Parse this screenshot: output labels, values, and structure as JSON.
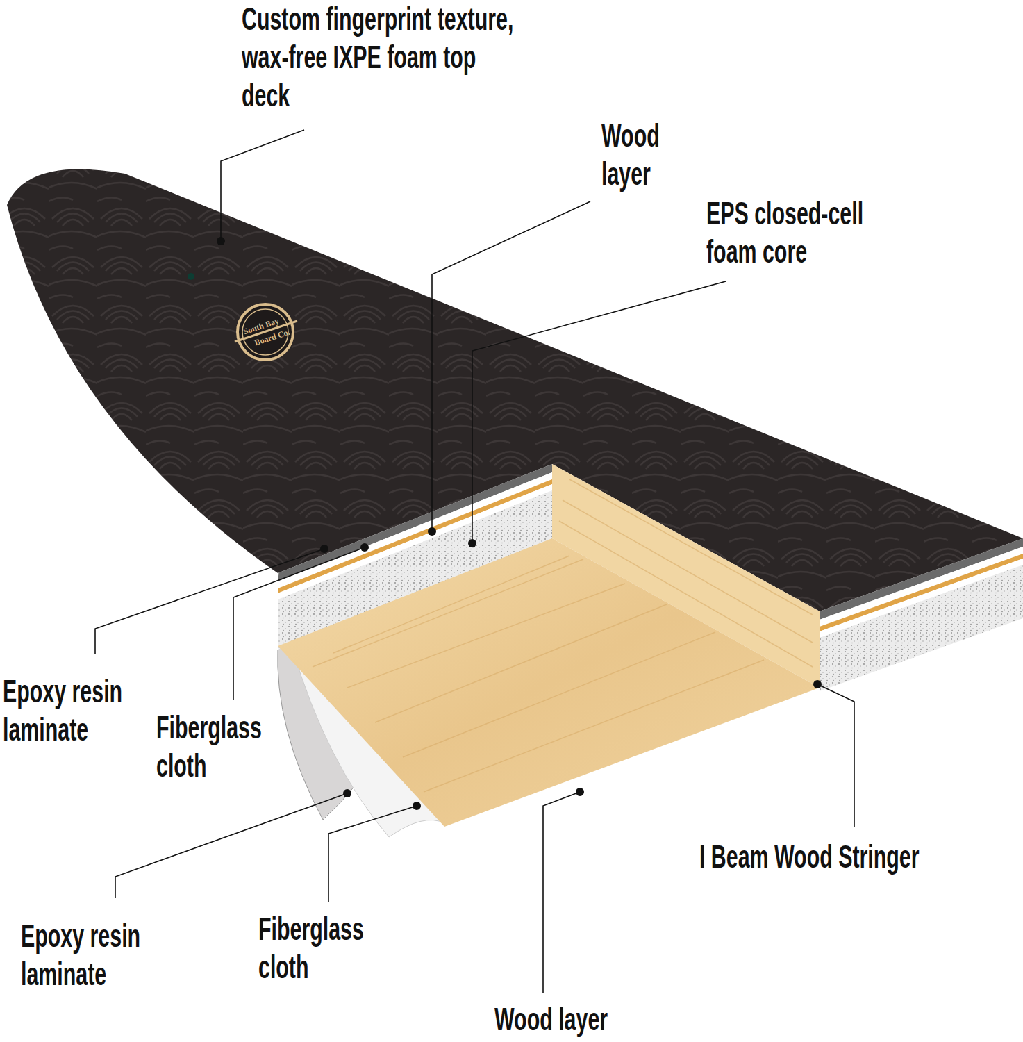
{
  "diagram": {
    "labels": [
      "Custom fingerprint texture, wax-free IXPE foam top deck",
      "Wood layer",
      "EPS closed-cell foam core",
      "South Bay",
      "Board Co.",
      "Epoxy resin laminate",
      "Fiberglass cloth",
      "Epoxy resin laminate",
      "Fiberglass cloth",
      "Wood layer",
      "I Beam Wood Stringer"
    ]
  }
}
